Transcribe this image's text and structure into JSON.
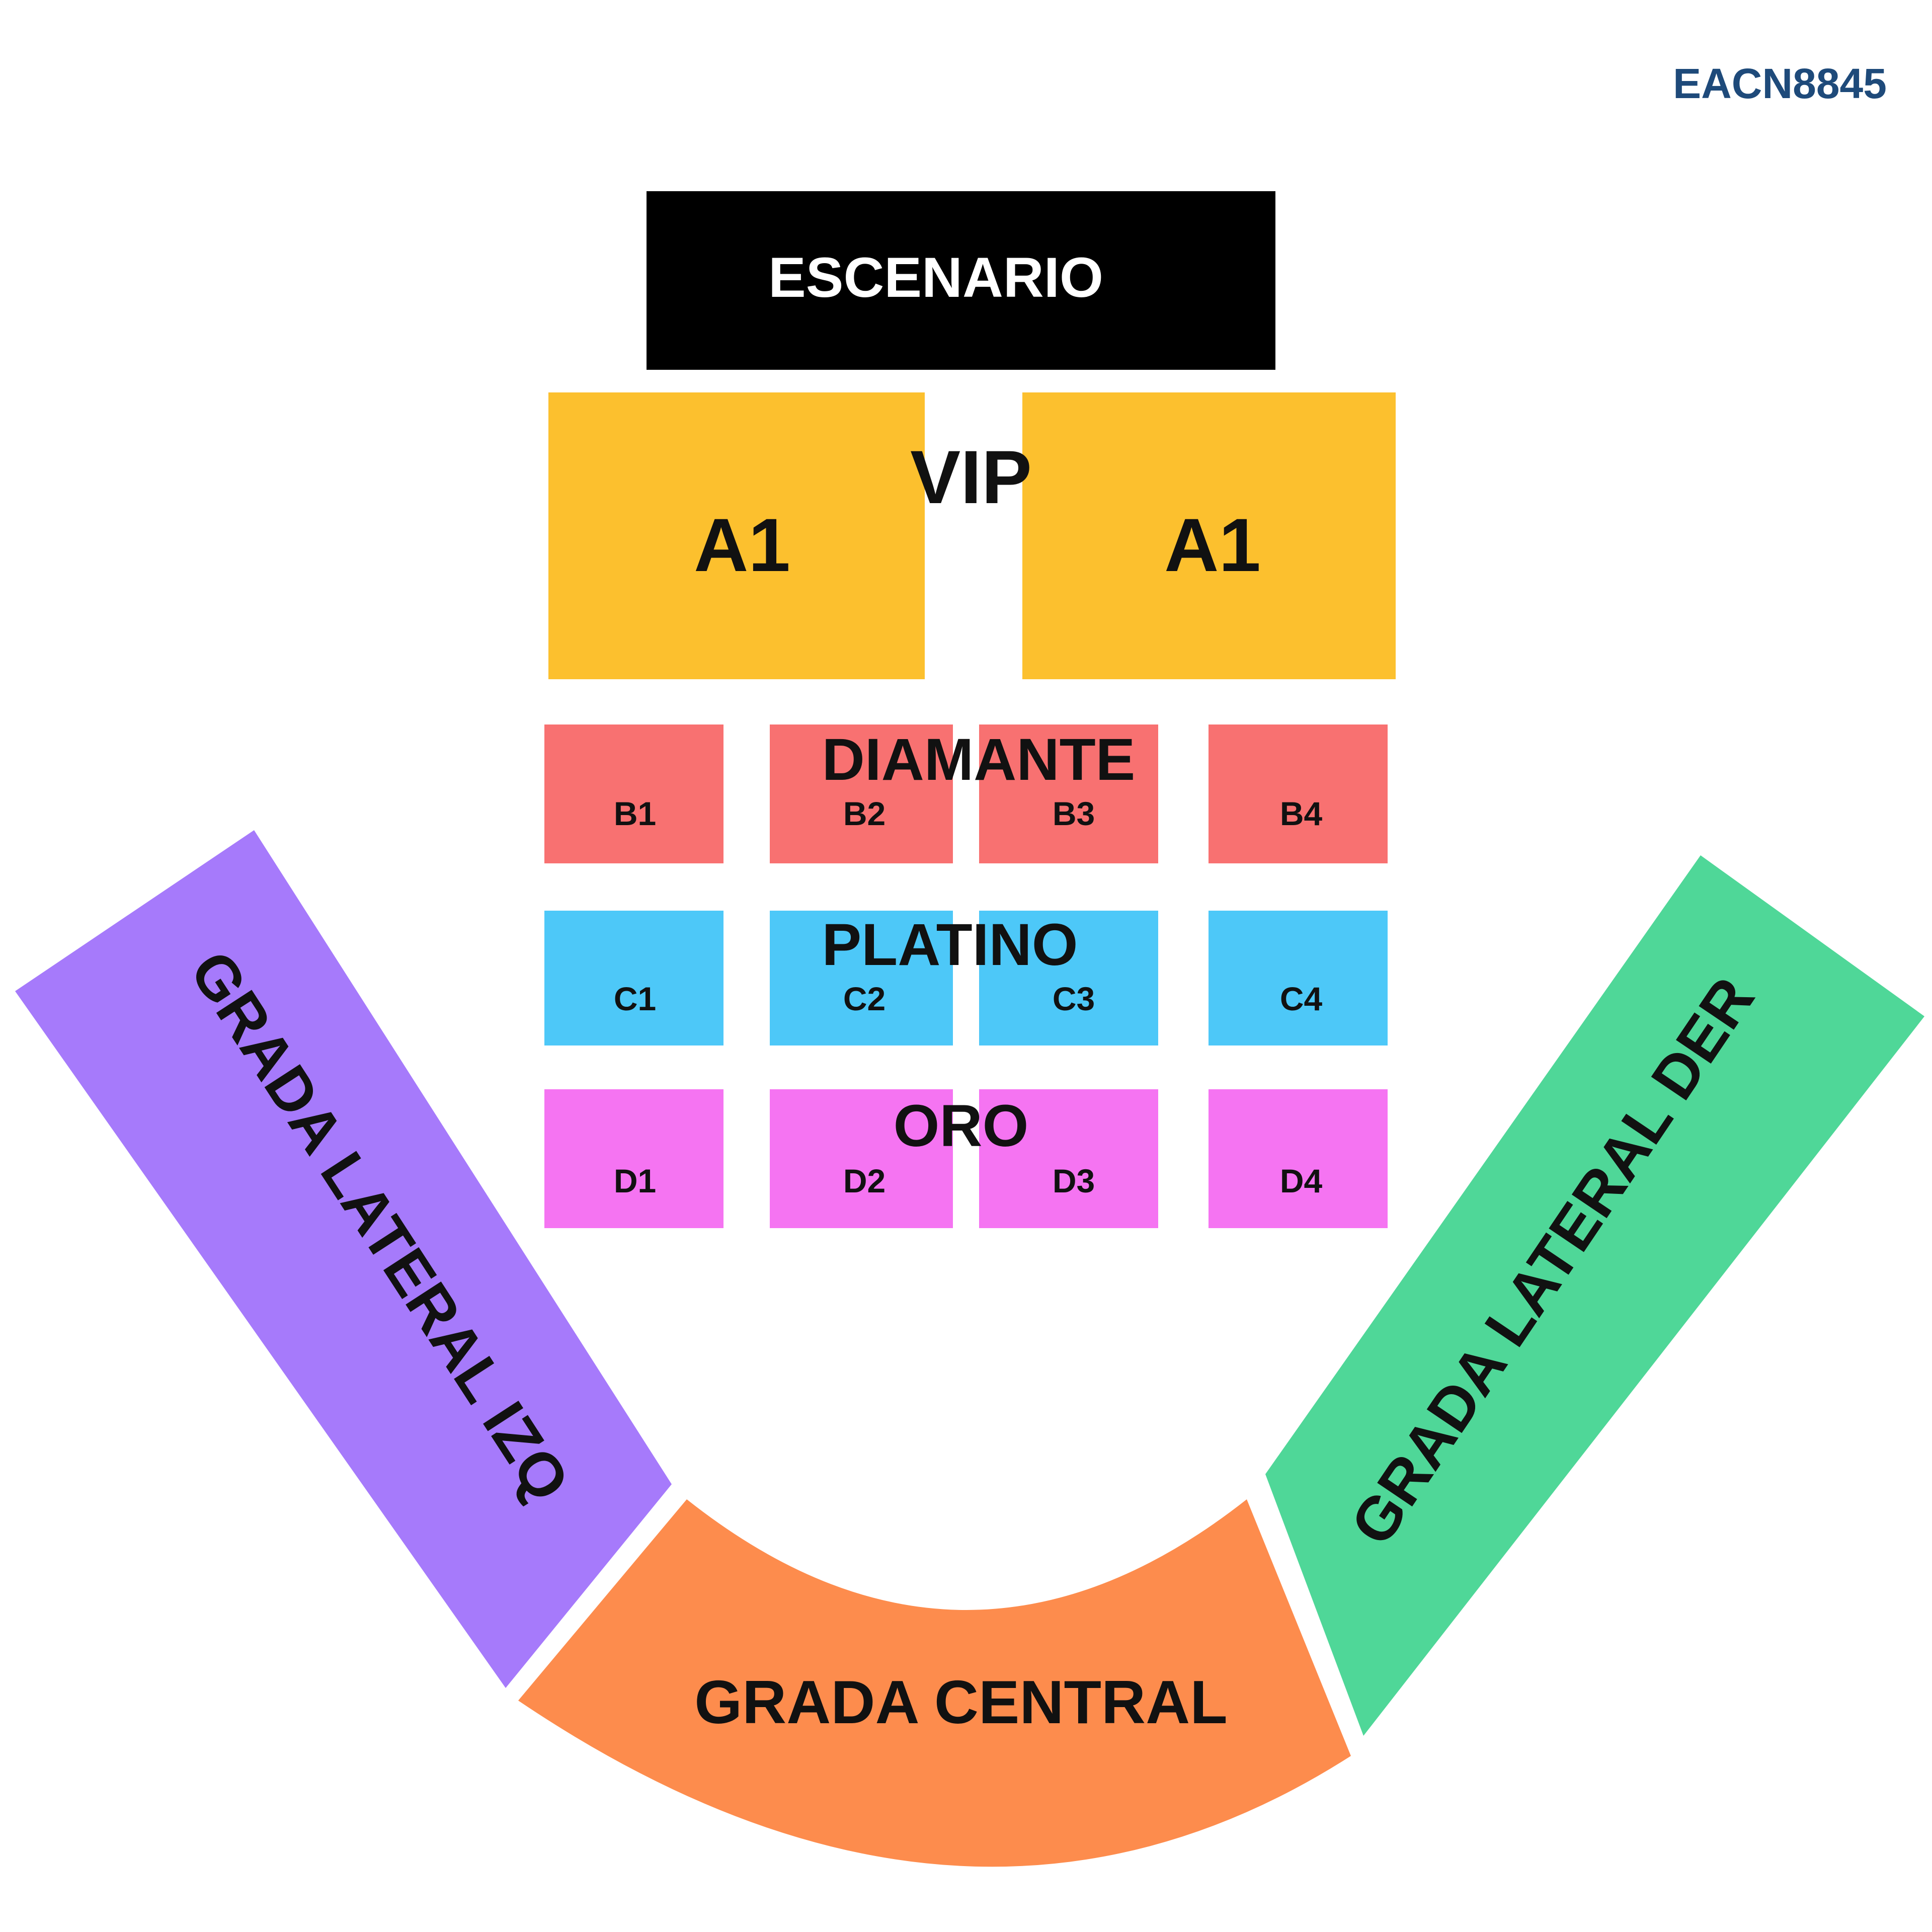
{
  "event_code": "EACN8845",
  "stage": {
    "label": "ESCENARIO"
  },
  "zones": {
    "vip": {
      "label": "VIP",
      "color": "#FCC02E"
    },
    "diamante": {
      "label": "DIAMANTE",
      "color": "#F87171"
    },
    "platino": {
      "label": "PLATINO",
      "color": "#4DC8F8"
    },
    "oro": {
      "label": "ORO",
      "color": "#F574F2"
    }
  },
  "sections": {
    "a1_left": "A1",
    "a1_right": "A1",
    "b1": "B1",
    "b2": "B2",
    "b3": "B3",
    "b4": "B4",
    "c1": "C1",
    "c2": "C2",
    "c3": "C3",
    "c4": "C4",
    "d1": "D1",
    "d2": "D2",
    "d3": "D3",
    "d4": "D4"
  },
  "stands": {
    "left": {
      "label": "GRADA LATERAL IZQ",
      "color": "#A67AFB"
    },
    "center": {
      "label": "GRADA CENTRAL",
      "color": "#FD8C4D"
    },
    "right": {
      "label": "GRADA LATERAL DER",
      "color": "#4FD798"
    }
  },
  "colors": {
    "stage": "#000000",
    "code_text": "#1E4A7A"
  }
}
